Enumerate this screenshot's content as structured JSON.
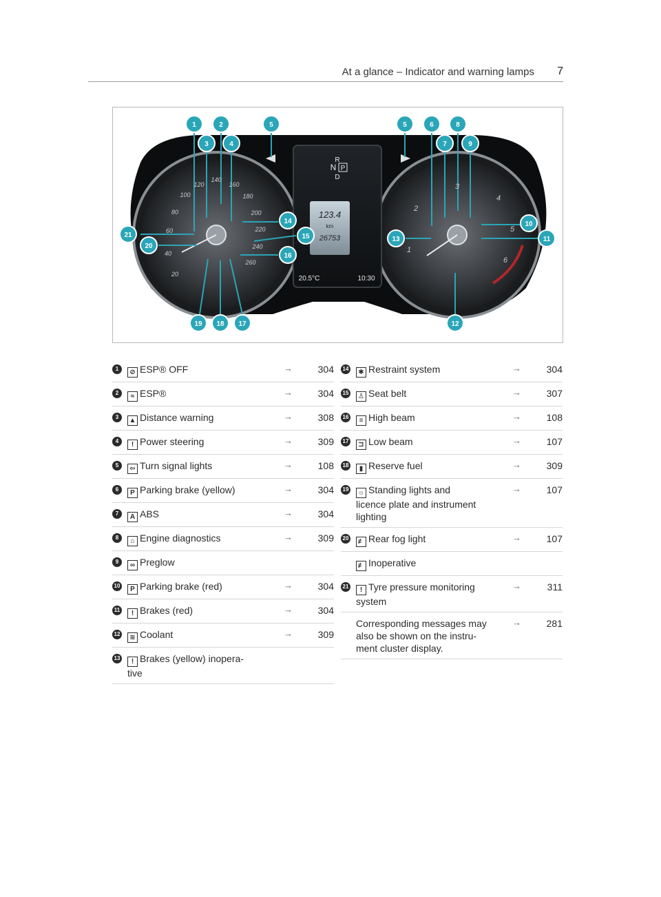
{
  "header": {
    "title": "At a glance – Indicator and warning lamps",
    "page_number": "7"
  },
  "figure": {
    "speed_marks": [
      "20",
      "40",
      "60",
      "80",
      "100",
      "120",
      "140",
      "160",
      "180",
      "200",
      "220",
      "240",
      "260"
    ],
    "rpm_marks": [
      "1",
      "2",
      "3",
      "4",
      "5",
      "6"
    ],
    "display": {
      "gear_r": "R",
      "gear_n": "N",
      "gear_p": "P",
      "gear_d": "D",
      "trip": "123.4",
      "unit": "km",
      "odometer": "26753",
      "temperature": "20.5°C",
      "time": "10:30"
    },
    "callouts": [
      "1",
      "2",
      "3",
      "4",
      "5",
      "5",
      "6",
      "7",
      "8",
      "9",
      "10",
      "11",
      "12",
      "13",
      "14",
      "15",
      "16",
      "17",
      "18",
      "19",
      "20",
      "21"
    ]
  },
  "left_items": [
    {
      "num": "1",
      "icon": "esp-off-icon",
      "glyph": "⊘",
      "label": "ESP® OFF",
      "page": "304"
    },
    {
      "num": "2",
      "icon": "esp-icon",
      "glyph": "≈",
      "label": "ESP®",
      "page": "304"
    },
    {
      "num": "3",
      "icon": "distance-warning-icon",
      "glyph": "▲",
      "label": "Distance warning",
      "page": "308"
    },
    {
      "num": "4",
      "icon": "power-steering-icon",
      "glyph": "!",
      "label": "Power steering",
      "page": "309"
    },
    {
      "num": "5",
      "icon": "turn-signal-icon",
      "glyph": "⇦",
      "label": "Turn signal lights",
      "page": "108"
    },
    {
      "num": "6",
      "icon": "parking-brake-yellow-icon",
      "glyph": "P",
      "label": "Parking brake (yellow)",
      "page": "304"
    },
    {
      "num": "7",
      "icon": "abs-icon",
      "glyph": "A",
      "label": "ABS",
      "page": "304"
    },
    {
      "num": "8",
      "icon": "engine-diagnostics-icon",
      "glyph": "⌂",
      "label": "Engine diagnostics",
      "page": "309"
    },
    {
      "num": "9",
      "icon": "preglow-icon",
      "glyph": "∞",
      "label": "Preglow",
      "page": ""
    },
    {
      "num": "10",
      "icon": "parking-brake-red-icon",
      "glyph": "P",
      "label": "Parking brake (red)",
      "page": "304"
    },
    {
      "num": "11",
      "icon": "brakes-red-icon",
      "glyph": "!",
      "label": "Brakes (red)",
      "page": "304"
    },
    {
      "num": "12",
      "icon": "coolant-icon",
      "glyph": "≋",
      "label": "Coolant",
      "page": "309"
    },
    {
      "num": "13",
      "icon": "brakes-yellow-icon",
      "glyph": "!",
      "label": "Brakes (yellow) inopera-\ntive",
      "page": ""
    }
  ],
  "right_items": [
    {
      "num": "14",
      "icon": "restraint-system-icon",
      "glyph": "✱",
      "label": "Restraint system",
      "page": "304"
    },
    {
      "num": "15",
      "icon": "seat-belt-icon",
      "glyph": "♙",
      "label": "Seat belt",
      "page": "307"
    },
    {
      "num": "16",
      "icon": "high-beam-icon",
      "glyph": "≡",
      "label": "High beam",
      "page": "108"
    },
    {
      "num": "17",
      "icon": "low-beam-icon",
      "glyph": "⊐",
      "label": "Low beam",
      "page": "107"
    },
    {
      "num": "18",
      "icon": "reserve-fuel-icon",
      "glyph": "▮",
      "label": "Reserve fuel",
      "page": "309"
    },
    {
      "num": "19",
      "icon": "standing-lights-icon",
      "glyph": "☼",
      "label": "Standing lights and\nlicence plate and instrument\nlighting",
      "page": "107"
    },
    {
      "num": "20",
      "icon": "rear-fog-light-icon",
      "glyph": "≢",
      "label": "Rear fog light",
      "page": "107"
    },
    {
      "num": "",
      "icon": "fog-light-inoperative-icon",
      "glyph": "≢",
      "label": "Inoperative",
      "page": ""
    },
    {
      "num": "21",
      "icon": "tyre-pressure-icon",
      "glyph": "!",
      "label": "Tyre pressure monitoring\nsystem",
      "page": "311"
    },
    {
      "num": "",
      "icon": "",
      "glyph": "",
      "label": "Corresponding messages may\nalso be shown on the instru-\nment cluster display.",
      "page": "281"
    }
  ],
  "arrow_glyph": "→"
}
